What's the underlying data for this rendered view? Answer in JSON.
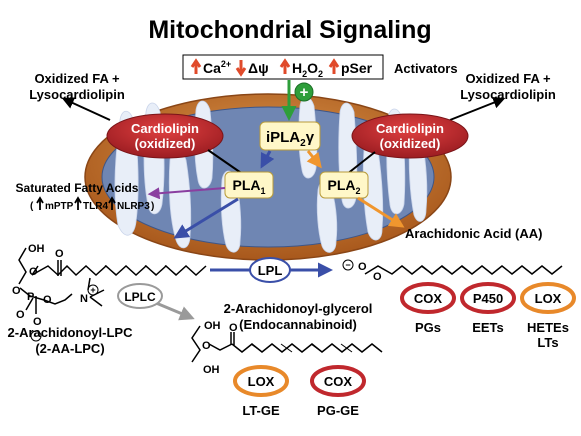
{
  "title": "Mitochondrial Signaling",
  "activators": {
    "items": [
      {
        "label": "Ca",
        "sup": "2+",
        "sub": "",
        "tail": "",
        "arrow": "up"
      },
      {
        "label": "Δψ",
        "sup": "",
        "sub": "",
        "tail": "",
        "arrow": "down"
      },
      {
        "label": "H",
        "sup": "",
        "sub": "2",
        "tail": "O",
        "sub2": "2",
        "arrow": "up"
      },
      {
        "label": "pSer",
        "sup": "",
        "sub": "",
        "tail": "",
        "arrow": "up"
      }
    ],
    "label": "Activators",
    "plus": "+"
  },
  "oxidized_left": {
    "line1": "Oxidized FA +",
    "line2": "Lysocardiolipin"
  },
  "oxidized_right": {
    "line1": "Oxidized FA +",
    "line2": "Lysocardiolipin"
  },
  "cardiolipin_left": {
    "line1": "Cardiolipin",
    "line2": "(oxidized)"
  },
  "cardiolipin_right": {
    "line1": "Cardiolipin",
    "line2": "(oxidized)"
  },
  "ipla": {
    "main": "iPLA",
    "sub": "2",
    "tail": "γ"
  },
  "pla1": {
    "main": "PLA",
    "sub": "1"
  },
  "pla2": {
    "main": "PLA",
    "sub": "2"
  },
  "saturated": {
    "title": "Saturated Fatty Acids",
    "items": [
      "mPTP",
      "TLR4",
      "NLRP3"
    ],
    "open": "(",
    "close": ")"
  },
  "arachidonic": "Arachidonic Acid (AA)",
  "lpl": "LPL",
  "lplc": "LPLC",
  "aa_lpc": {
    "line1": "2-Arachidonoyl-LPC",
    "line2": "(2-AA-LPC)"
  },
  "ag": {
    "line1": "2-Arachidonoyl-glycerol",
    "line2": "(Endocannabinoid)"
  },
  "enzymes_top": [
    {
      "name": "COX",
      "product": "PGs",
      "product2": "",
      "ring": "#c0282d"
    },
    {
      "name": "P450",
      "product": "EETs",
      "product2": "",
      "ring": "#c0282d"
    },
    {
      "name": "LOX",
      "product": "HETEs",
      "product2": "LTs",
      "ring": "#e8892a"
    }
  ],
  "enzymes_bottom": [
    {
      "name": "LOX",
      "product": "LT-GE",
      "ring": "#e8892a"
    },
    {
      "name": "COX",
      "product": "PG-GE",
      "ring": "#c0282d"
    }
  ],
  "chem": {
    "oh": "OH",
    "o": "O",
    "p": "P",
    "n": "N",
    "minus": "−",
    "plus": "+"
  },
  "colors": {
    "mito_outer": "#c8742a",
    "mito_inner": "#6f86b3",
    "cristae": "#e8eef8",
    "cardiolipin": "#c0282d",
    "pla_box": "#fff7c8",
    "blue_arrow": "#3a4fa8",
    "orange_arrow": "#f0962e",
    "purple_arrow": "#8a3fa0",
    "green": "#2e9e3a",
    "up_arrow": "#e04a2a"
  }
}
